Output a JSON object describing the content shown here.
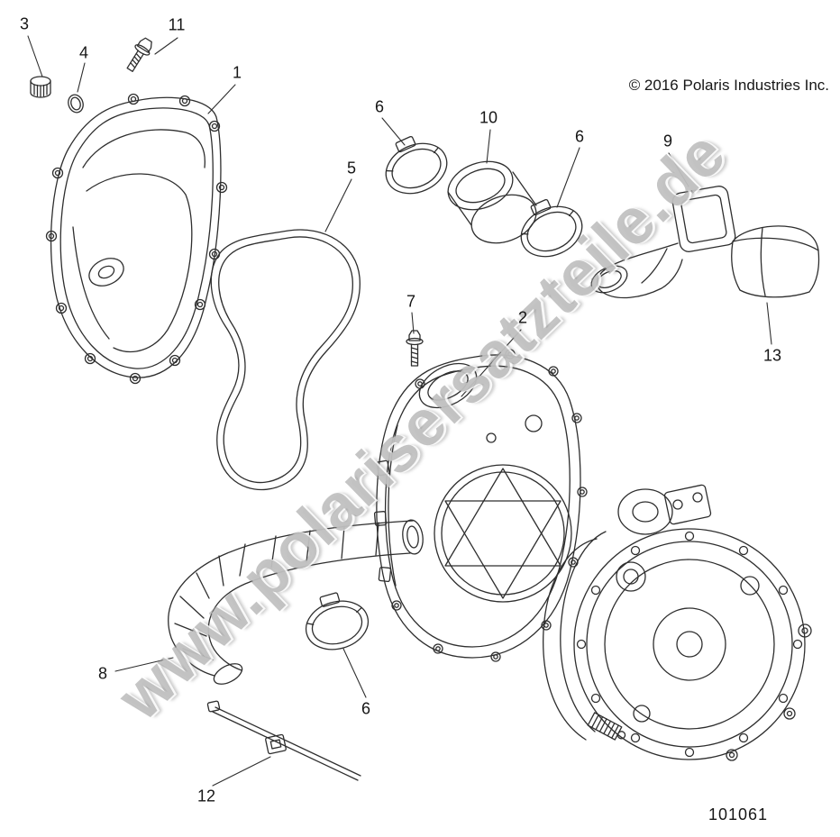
{
  "watermark": "www.polarisersatzteile.de",
  "copyright": "© 2016 Polaris Industries Inc.",
  "diagram_number": "101061",
  "colors": {
    "line": "#2e2e2e",
    "watermark": "#969696",
    "background": "#ffffff",
    "text": "#161616"
  },
  "callouts": [
    {
      "label": "3"
    },
    {
      "label": "11"
    },
    {
      "label": "4"
    },
    {
      "label": "1"
    },
    {
      "label": "6"
    },
    {
      "label": "10"
    },
    {
      "label": "6"
    },
    {
      "label": "9"
    },
    {
      "label": "5"
    },
    {
      "label": "7"
    },
    {
      "label": "2"
    },
    {
      "label": "13"
    },
    {
      "label": "8"
    },
    {
      "label": "6"
    },
    {
      "label": "12"
    }
  ]
}
